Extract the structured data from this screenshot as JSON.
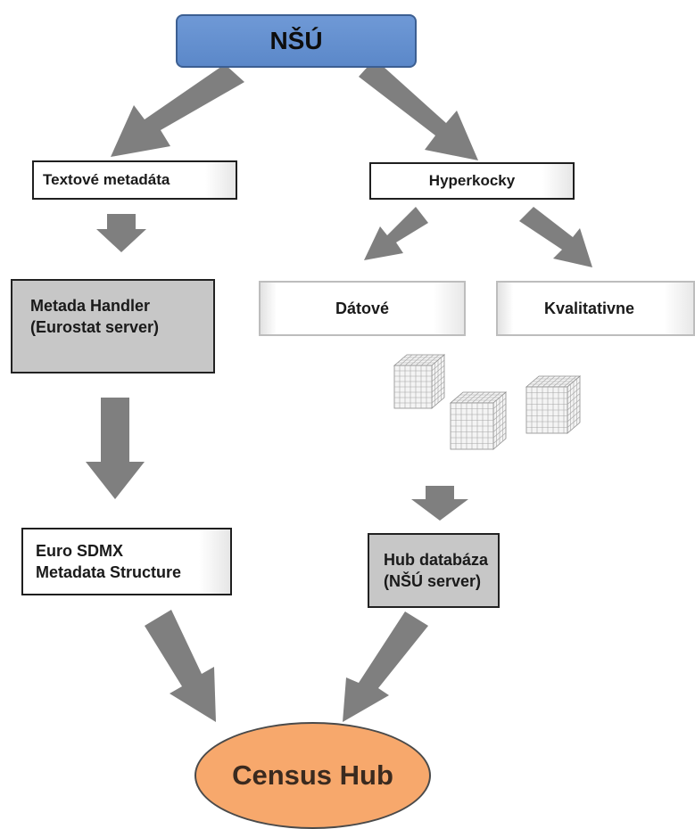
{
  "diagram": {
    "root_label": "NŠÚ",
    "text_metadata_label": "Textové metadáta",
    "hypercubes_label": "Hyperkocky",
    "metadata_handler_line1": "Metada Handler",
    "metadata_handler_line2": "(Eurostat server)",
    "data_label": "Dátové",
    "qualitative_label": "Kvalitativne",
    "euro_sdmx_line1": "Euro SDMX",
    "euro_sdmx_line2": "Metadata Structure",
    "hub_db_line1": "Hub databáza",
    "hub_db_line2": "(NŠÚ server)",
    "census_hub_label": "Census Hub"
  },
  "colors": {
    "root_fill": "#5b88c9",
    "gray_box_fill": "#c7c7c7",
    "arrow_fill": "#7f7f7f",
    "census_fill": "#f7a86c"
  },
  "icons": [
    "cube-grid-icon",
    "cube-grid-icon",
    "cube-grid-icon"
  ]
}
